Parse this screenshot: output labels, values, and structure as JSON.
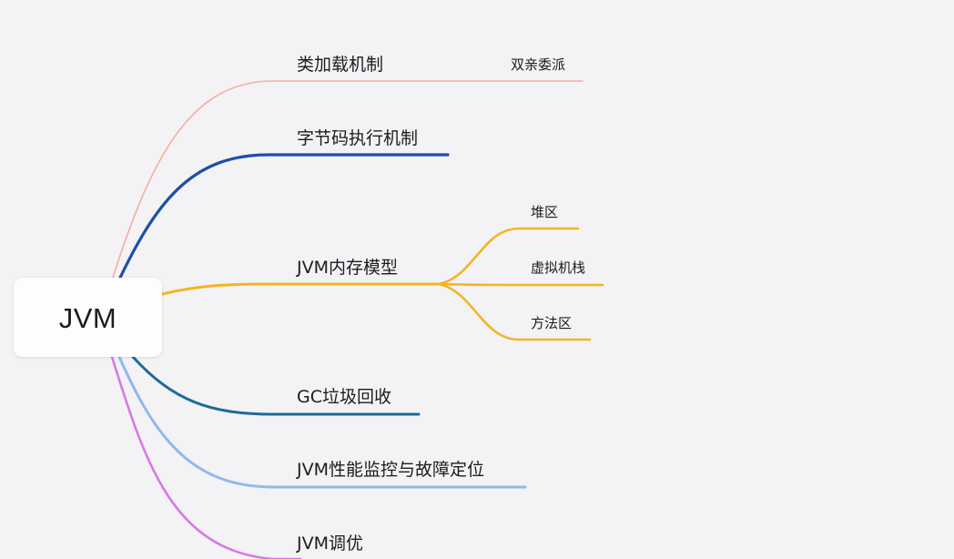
{
  "mindmap": {
    "root": {
      "label": "JVM"
    },
    "branches": [
      {
        "label": "类加载机制",
        "color": "#F4AF9F",
        "children": [
          {
            "label": "双亲委派"
          }
        ]
      },
      {
        "label": "字节码执行机制",
        "color": "#1F4FA6",
        "children": []
      },
      {
        "label": "JVM内存模型",
        "color": "#F2B622",
        "children": [
          {
            "label": "堆区"
          },
          {
            "label": "虚拟机栈"
          },
          {
            "label": "方法区"
          }
        ]
      },
      {
        "label": "GC垃圾回收",
        "color": "#1D6A98",
        "children": []
      },
      {
        "label": "JVM性能监控与故障定位",
        "color": "#8FB9EE",
        "children": []
      },
      {
        "label": "JVM调优",
        "color": "#D67AE6",
        "children": []
      }
    ],
    "background_color": "#F3F2F5"
  }
}
